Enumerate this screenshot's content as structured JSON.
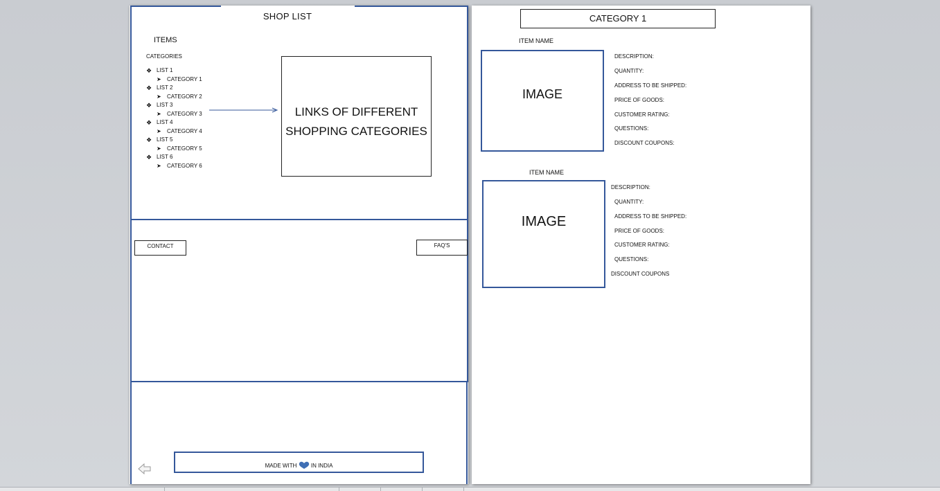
{
  "left_page": {
    "title": "SHOP  LIST",
    "items_label": "ITEMS",
    "categories_label": "CATEGORIES",
    "list": [
      {
        "list": "LIST 1",
        "category": "CATEGORY 1"
      },
      {
        "list": "LIST 2",
        "category": "CATEGORY 2"
      },
      {
        "list": "LIST 3",
        "category": "CATEGORY 3"
      },
      {
        "list": "LIST 4",
        "category": "CATEGORY 4"
      },
      {
        "list": "LIST 5",
        "category": "CATEGORY 5"
      },
      {
        "list": "LIST 6",
        "category": "CATEGORY 6"
      }
    ],
    "links_box_line1": "LINKS OF DIFFERENT",
    "links_box_line2": "SHOPPING CATEGORIES",
    "contact_label": "CONTACT",
    "faqs_label": "FAQ'S",
    "footer_before": "MADE WITH",
    "footer_after": "IN INDIA",
    "footer_icon": "heart-icon",
    "back_icon": "back-arrow-icon"
  },
  "right_page": {
    "category_title": "CATEGORY 1",
    "items": [
      {
        "item_name": "ITEM NAME",
        "image_label": "IMAGE",
        "fields": [
          "DESCRIPTION:",
          "QUANTITY:",
          "ADDRESS TO BE SHIPPED:",
          "PRICE OF GOODS:",
          "CUSTOMER RATING:",
          "QUESTIONS:",
          "DISCOUNT COUPONS:"
        ]
      },
      {
        "item_name": "ITEM NAME",
        "image_label": "IMAGE",
        "fields": [
          "DESCRIPTION:",
          "QUANTITY:",
          "ADDRESS TO BE SHIPPED:",
          "PRICE OF GOODS:",
          "CUSTOMER RATING:",
          "QUESTIONS:",
          "DISCOUNT COUPONS"
        ]
      }
    ]
  },
  "colors": {
    "accent_blue": "#34579a",
    "heart": "#3f6fb5",
    "background": "#cfd2d6"
  }
}
